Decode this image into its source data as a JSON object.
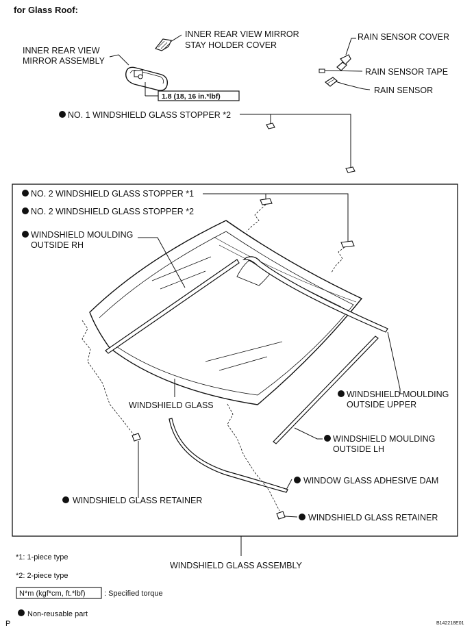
{
  "header": {
    "title": "for Glass Roof:"
  },
  "labels": {
    "inner_mirror_stay_cover_1": "INNER REAR VIEW MIRROR",
    "inner_mirror_stay_cover_2": "STAY HOLDER COVER",
    "rain_sensor_cover": "RAIN SENSOR COVER",
    "inner_mirror_assembly_1": "INNER REAR VIEW",
    "inner_mirror_assembly_2": "MIRROR ASSEMBLY",
    "rain_sensor_tape": "RAIN SENSOR TAPE",
    "rain_sensor": "RAIN SENSOR",
    "mirror_torque": "1.8 (18, 16 in.*lbf)",
    "no1_stopper": "NO. 1 WINDSHIELD GLASS STOPPER *2",
    "no2_stopper_1": "NO. 2 WINDSHIELD GLASS STOPPER *1",
    "no2_stopper_2": "NO. 2 WINDSHIELD GLASS STOPPER *2",
    "moulding_rh_1": "WINDSHIELD MOULDING",
    "moulding_rh_2": "OUTSIDE RH",
    "windshield_glass": "WINDSHIELD GLASS",
    "moulding_upper_1": "WINDSHIELD MOULDING",
    "moulding_upper_2": "OUTSIDE UPPER",
    "moulding_lh_1": "WINDSHIELD MOULDING",
    "moulding_lh_2": "OUTSIDE LH",
    "adhesive_dam": "WINDOW GLASS ADHESIVE DAM",
    "retainer_left": "WINDSHIELD GLASS RETAINER",
    "retainer_right": "WINDSHIELD GLASS RETAINER",
    "assembly": "WINDSHIELD GLASS ASSEMBLY"
  },
  "legend": {
    "note1": "*1: 1-piece type",
    "note2": "*2: 2-piece type",
    "torque_unit": "N*m (kgf*cm, ft.*lbf)",
    "torque_desc": ": Specified torque",
    "nonreusable": "Non-reusable part"
  },
  "footer": {
    "left_mark": "P",
    "figure_id": "B142218E01"
  }
}
